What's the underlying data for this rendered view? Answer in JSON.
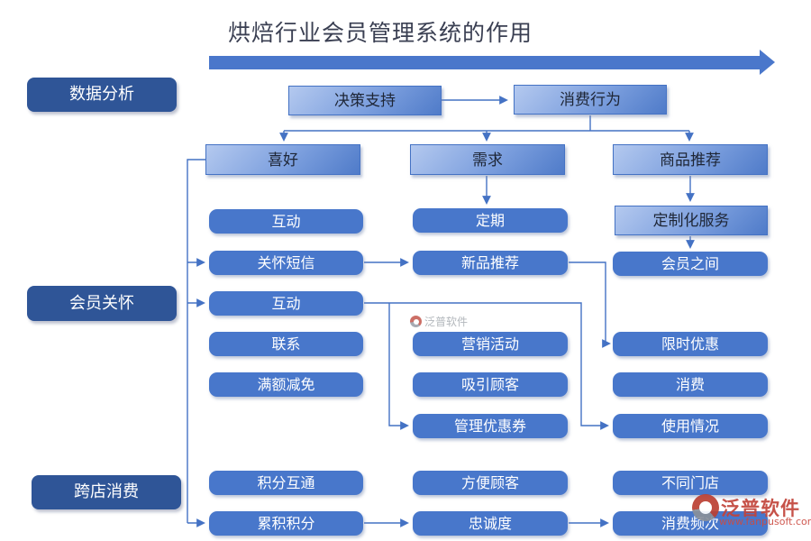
{
  "title": "烘焙行业会员管理系统的作用",
  "colors": {
    "accent": "#4472C4",
    "category_dark": "#2F5597",
    "node_fill": "#4877CB",
    "header_gradient_light": "#B4C9EF",
    "header_gradient_dark": "#4F7BC9",
    "title_text": "#3A3F52",
    "watermark_red": "#C2443A"
  },
  "left_categories": [
    "数据分析",
    "会员关怀",
    "跨店消费"
  ],
  "flow": {
    "decision": "决策支持",
    "behavior": "消费行为",
    "custom_service": "定制化服务"
  },
  "group_headers": [
    "喜好",
    "需求",
    "商品推荐"
  ],
  "columns": {
    "col1": [
      "互动",
      "关怀短信",
      "互动",
      "联系",
      "满额减免",
      "积分互通",
      "累积积分"
    ],
    "col2": [
      "定期",
      "新品推荐",
      "营销活动",
      "吸引顾客",
      "管理优惠券",
      "方便顾客",
      "忠诚度"
    ],
    "col3": [
      "会员之间",
      "限时优惠",
      "消费",
      "使用情况",
      "不同门店",
      "消费频次"
    ]
  },
  "watermarks": {
    "center": {
      "brand": "泛普软件"
    },
    "corner": {
      "brand": "泛普软件",
      "url": "www.fanpusoft.com"
    }
  }
}
